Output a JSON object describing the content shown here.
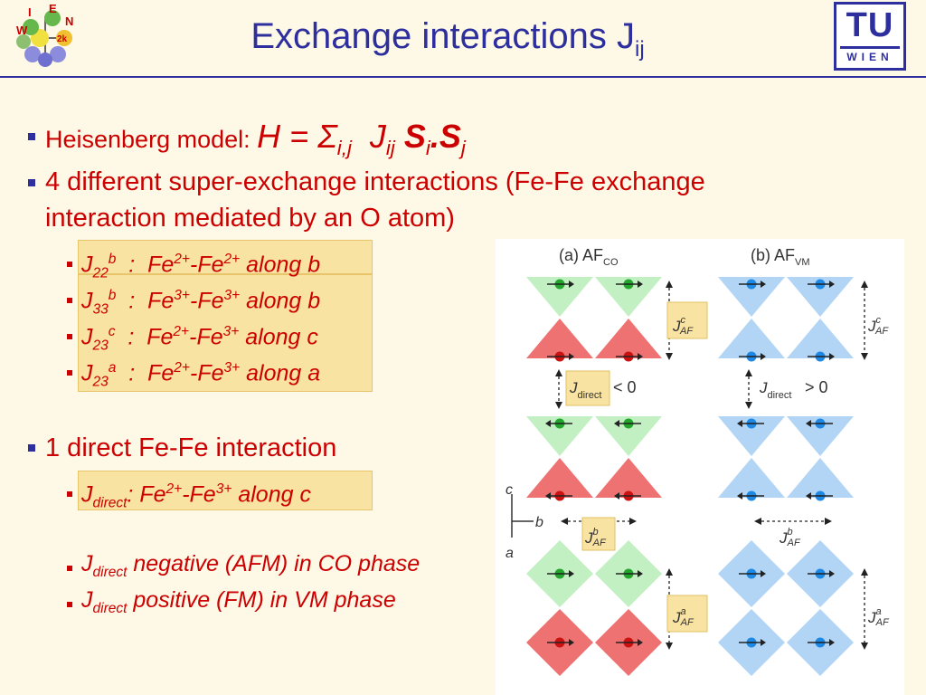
{
  "title": {
    "main": "Exchange interactions J",
    "sub": "ij"
  },
  "logo_left": {
    "letters": [
      "I",
      "E",
      "N",
      "W",
      "2k"
    ]
  },
  "logo_right": {
    "top": "TU",
    "bottom": "WIEN"
  },
  "bullets": {
    "heisenberg_label": "Heisenberg model:",
    "heisenberg_eq": {
      "h": "H",
      "eq": " = ",
      "sigma": "Σ",
      "idx": "i,j",
      "j": "J",
      "jsub": "ij",
      "s": "S",
      "si": "i",
      "dot": ".",
      "s2": "S",
      "sj": "j"
    },
    "super_exchange_line1": "4 different super-exchange interactions (Fe-Fe exchange",
    "super_exchange_line2": "interaction mediated by an O atom)",
    "direct": "1 direct Fe-Fe interaction"
  },
  "sub_items": [
    {
      "j": "J",
      "sub": "22",
      "sup": "b",
      "sep": "  :  ",
      "fe1": "Fe",
      "c1": "2+",
      "dash": "-",
      "fe2": "Fe",
      "c2": "2+",
      "along": " along b"
    },
    {
      "j": "J",
      "sub": "33",
      "sup": "b",
      "sep": "  :  ",
      "fe1": "Fe",
      "c1": "3+",
      "dash": "-",
      "fe2": "Fe",
      "c2": "3+",
      "along": " along b"
    },
    {
      "j": "J",
      "sub": "23",
      "sup": "c",
      "sep": "  :  ",
      "fe1": "Fe",
      "c1": "2+",
      "dash": "-",
      "fe2": "Fe",
      "c2": "3+",
      "along": " along c"
    },
    {
      "j": "J",
      "sub": "23",
      "sup": "a",
      "sep": "  :  ",
      "fe1": "Fe",
      "c1": "2+",
      "dash": "-",
      "fe2": "Fe",
      "c2": "3+",
      "along": " along a"
    }
  ],
  "direct_item": {
    "j": "J",
    "sub": "direct",
    "sep": ": ",
    "fe1": "Fe",
    "c1": "2+",
    "dash": "-",
    "fe2": "Fe",
    "c2": "3+",
    "along": " along c"
  },
  "phase_items": [
    {
      "j": "J",
      "sub": "direct",
      "text": " negative (AFM) in CO phase"
    },
    {
      "j": "J",
      "sub": "direct",
      "text": " positive (FM) in VM phase"
    }
  ],
  "figure": {
    "panel_a": {
      "label": "(a) AF",
      "sub": "CO"
    },
    "panel_b": {
      "label": "(b) AF",
      "sub": "VM"
    },
    "j_letter": "J",
    "direct_sub": "direct",
    "lt": "< 0",
    "gt": "> 0",
    "sup_c": "c",
    "sup_b": "b",
    "sup_a": "a",
    "af_sub": "AF",
    "axis_c": "c",
    "axis_b": "b",
    "axis_a": "a",
    "colors": {
      "green": "#c3f0c3",
      "red": "#ee7272",
      "blue": "#b3d5f5",
      "dot_green": "#22a52c",
      "dot_red": "#cc1111",
      "dot_blue": "#1e88e5",
      "box": "#f9e3a2"
    }
  }
}
